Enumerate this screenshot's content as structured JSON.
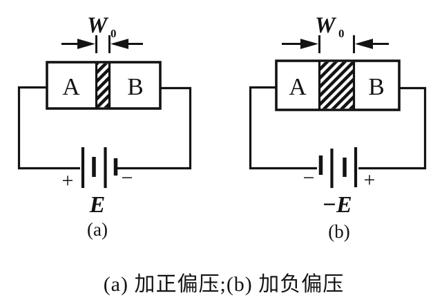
{
  "figure": {
    "caption": "(a) 加正偏压;(b) 加负偏压",
    "colors": {
      "ink": "#131313",
      "background": "#ffffff"
    }
  },
  "diagram_a": {
    "width_label": "W",
    "width_sub": "0",
    "region_left": "A",
    "region_right": "B",
    "battery_left_sign": "+",
    "battery_right_sign": "−",
    "emf_label": "E",
    "sub_label": "(a)"
  },
  "diagram_b": {
    "width_label": "W",
    "width_sub": "0",
    "region_left": "A",
    "region_right": "B",
    "battery_left_sign": "−",
    "battery_right_sign": "+",
    "emf_label": "−E",
    "sub_label": "(b)"
  }
}
